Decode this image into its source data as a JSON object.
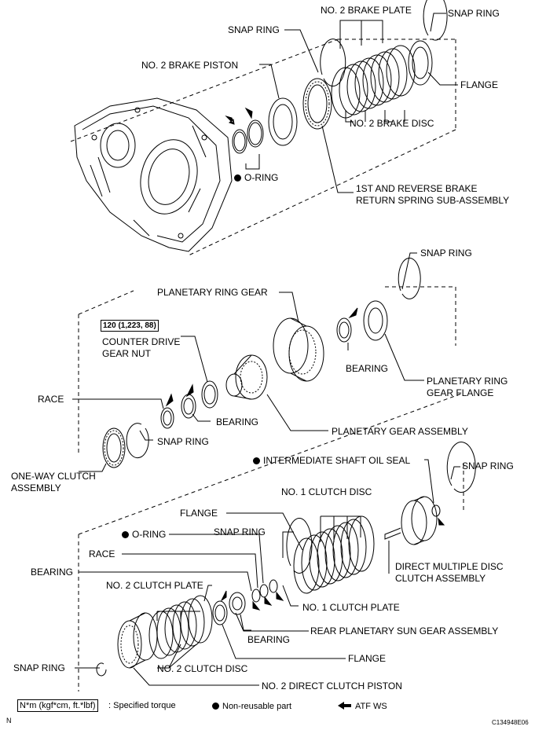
{
  "labels": {
    "no2_brake_plate": "NO. 2 BRAKE PLATE",
    "snap_ring_top_right": "SNAP RING",
    "snap_ring_top": "SNAP RING",
    "no2_brake_piston": "NO. 2 BRAKE PISTON",
    "flange_top": "FLANGE",
    "no2_brake_disc": "NO. 2 BRAKE DISC",
    "o_ring_top": "O-RING",
    "return_spring_line1": "1ST AND REVERSE BRAKE",
    "return_spring_line2": "RETURN SPRING SUB-ASSEMBLY",
    "snap_ring_mid_right": "SNAP RING",
    "planetary_ring_gear": "PLANETARY RING GEAR",
    "torque_value": "120 (1,223, 88)",
    "counter_drive_line1": "COUNTER DRIVE",
    "counter_drive_line2": "GEAR NUT",
    "bearing_mid": "BEARING",
    "planetary_ring_flange_line1": "PLANETARY RING",
    "planetary_ring_flange_line2": "GEAR FLANGE",
    "race_mid": "RACE",
    "bearing_mid_left": "BEARING",
    "snap_ring_mid_left": "SNAP RING",
    "planetary_gear_assembly": "PLANETARY GEAR ASSEMBLY",
    "one_way_clutch_line1": "ONE-WAY CLUTCH",
    "one_way_clutch_line2": "ASSEMBLY",
    "intermediate_shaft_seal": "INTERMEDIATE SHAFT OIL SEAL",
    "snap_ring_low_right": "SNAP RING",
    "no1_clutch_disc": "NO. 1 CLUTCH DISC",
    "flange_low": "FLANGE",
    "o_ring_low": "O-RING",
    "snap_ring_low": "SNAP RING",
    "race_low": "RACE",
    "direct_multiple_line1": "DIRECT MULTIPLE DISC",
    "direct_multiple_line2": "CLUTCH ASSEMBLY",
    "bearing_low_left": "BEARING",
    "no2_clutch_plate": "NO. 2 CLUTCH PLATE",
    "no1_clutch_plate": "NO. 1 CLUTCH PLATE",
    "rear_planetary_sun_gear": "REAR PLANETARY SUN GEAR ASSEMBLY",
    "bearing_low": "BEARING",
    "flange_bottom": "FLANGE",
    "snap_ring_bottom_left": "SNAP RING",
    "no2_clutch_disc": "NO. 2 CLUTCH DISC",
    "no2_direct_clutch_piston": "NO. 2 DIRECT CLUTCH PISTON"
  },
  "legend": {
    "torque_units": "N*m (kgf*cm, ft.*lbf)",
    "torque_text": ": Specified torque",
    "non_reusable": "Non-reusable part",
    "atf": "ATF WS"
  },
  "corner": {
    "left": "N",
    "right": "C134948E06"
  },
  "icons": {
    "non_reusable": "filled-circle-icon",
    "atf": "arrow-left-icon"
  }
}
